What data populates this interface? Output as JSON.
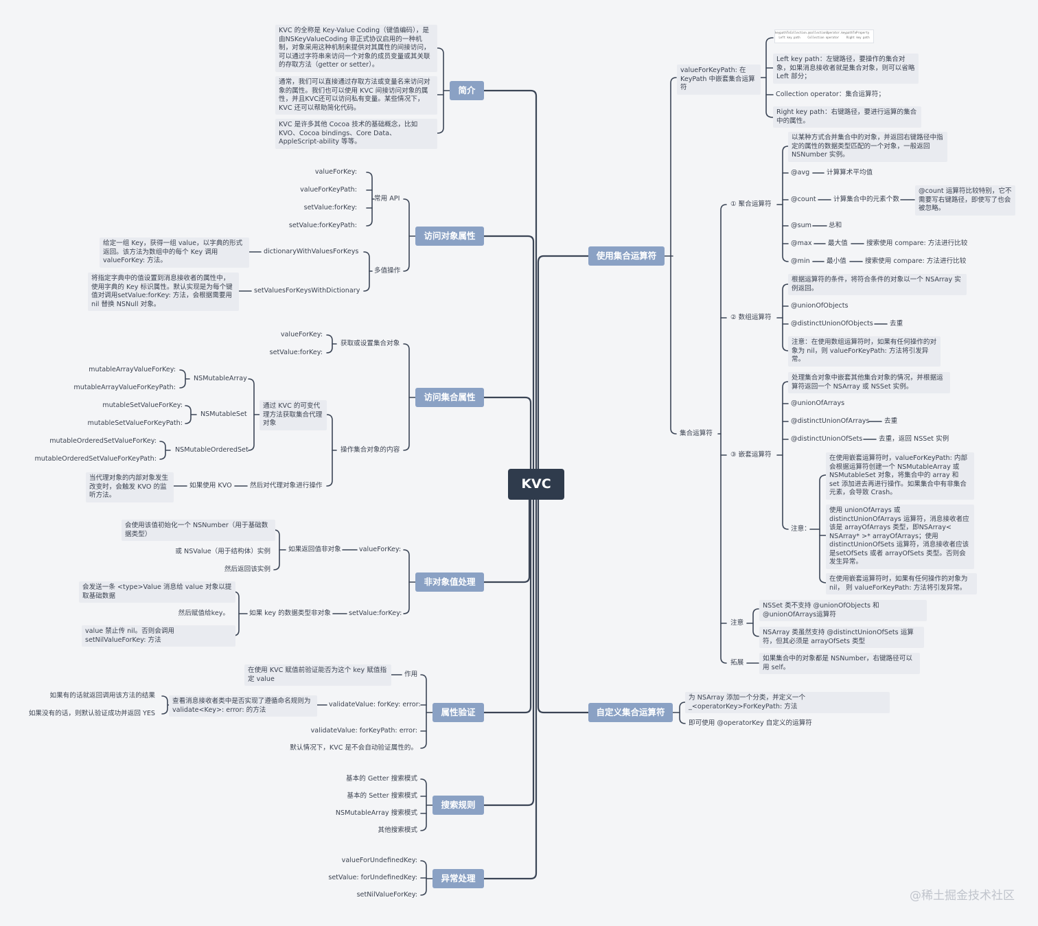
{
  "root": "KVC",
  "watermark": "@稀土掘金技术社区",
  "branches": {
    "intro": "简介",
    "access_props": "访问对象属性",
    "access_coll": "访问集合属性",
    "nonobj": "非对象值处理",
    "validate": "属性验证",
    "search": "搜索规则",
    "exception": "异常处理",
    "coll_ops": "使用集合运算符",
    "custom_ops": "自定义集合运算符"
  },
  "intro": {
    "t1": "KVC 的全称是 Key-Value Coding（键值编码），是由NSKeyValueCoding 非正式协议启用的一种机制，对象采用这种机制来提供对其属性的间接访问，可以通过字符串来访问一个对象的成员变量或其关联的存取方法（getter or setter）。",
    "t2": "通常，我们可以直接通过存取方法或变量名来访问对象的属性。我们也可以使用 KVC 间接访问对象的属性，并且KVC还可以访问私有变量。某些情况下，KVC 还可以帮助简化代码。",
    "t3": "KVC 是许多其他 Cocoa 技术的基础概念，比如 KVO、Cocoa bindings、Core Data、AppleScript-ability 等等。"
  },
  "access_props": {
    "common_api": "常用 API",
    "api": [
      "valueForKey:",
      "valueForKeyPath:",
      "setValue:forKey:",
      "setValue:forKeyPath:"
    ],
    "multi": "多值操作",
    "dict_with_values": "dictionaryWithValuesForKeys",
    "dict_with_values_desc": "给定一组 Key，获得一组 value，以字典的形式返回。该方法为数组中的每个 Key 调用 valueForKey: 方法。",
    "set_with_dict": "setValuesForKeysWithDictionary",
    "set_with_dict_desc": "将指定字典中的值设置到消息接收者的属性中，使用字典的 Key 标识属性。默认实现是为每个键值对调用setValue:forKey: 方法，会根据需要用 nil 替换 NSNull 对象。"
  },
  "access_coll": {
    "get_set": "获取或设置集合对象",
    "vfk": "valueForKey:",
    "svfk": "setValue:forKey:",
    "operate": "操作集合对象的内容",
    "via_proxy": "通过 KVC 的可变代理方法获取集合代理对象",
    "nsma": "NSMutableArray",
    "nsma_a": "mutableArrayValueForKey:",
    "nsma_b": "mutableArrayValueForKeyPath:",
    "nsms": "NSMutableSet",
    "nsms_a": "mutableSetValueForKey:",
    "nsms_b": "mutableSetValueForKeyPath:",
    "nsmos": "NSMutableOrderedSet",
    "nsmos_a": "mutableOrderedSetValueForKey:",
    "nsmos_b": "mutableOrderedSetValueForKeyPath:",
    "then_proxy": "然后对代理对象进行操作",
    "if_kvo": "如果使用 KVO",
    "kvo_desc": "当代理对象的内部对象发生改变时，会触发 KVO 的监听方法。"
  },
  "nonobj": {
    "vfk": "valueForKey:",
    "ret_nonobj": "如果返回值非对象",
    "nsnumber": "会使用该值初始化一个 NSNumber（用于基础数据类型）",
    "nsvalue": "或 NSValue（用于结构体）实例",
    "return_inst": "然后返回该实例",
    "svfk": "setValue:forKey:",
    "key_nonobj": "如果 key 的数据类型非对象",
    "send_msg": "会发送一条 <type>Value 消息给 value 对象以提取基础数据",
    "then_assign": "然后赋值给key。",
    "nil_forbid": "value 禁止传 nil。否则会调用 setNilValueForKey: 方法"
  },
  "validate": {
    "role": "作用",
    "role_desc": "在使用 KVC 赋值前验证能否为这个 key 赋值指定 value",
    "vfk": "validateValue: forKey: error:",
    "check": "查看消息接收者类中是否实现了遵循命名规则为 validate<Key>: error: 的方法",
    "yes_call": "如果有的话就返回调用该方法的结果",
    "no_yes": "如果没有的话，则默认验证成功并返回 YES",
    "vfkp": "validateValue: forKeyPath: error:",
    "default": "默认情况下，KVC 是不会自动验证属性的。"
  },
  "search": [
    "基本的 Getter 搜索模式",
    "基本的 Setter 搜索模式",
    "NSMutableArray 搜索模式",
    "其他搜索模式"
  ],
  "exception": [
    "valueForUndefinedKey:",
    "setValue: forUndefinedKey:",
    "setNilValueForKey:"
  ],
  "coll_ops": {
    "keypath_title": "valueForKeyPath: 在 KeyPath 中嵌套集合运算符",
    "keypath_img": "keypathToCollection.@collectionOperator.keypathToProperty",
    "keypath_img_labels": [
      "Left key path",
      "Collection operator",
      "Right key path"
    ],
    "left": "Left key path：左键路径，要操作的集合对象，如果消息接收者就是集合对象，则可以省略 Left 部分；",
    "collop": "Collection operator：集合运算符；",
    "right": "Right key path：右键路径，要进行运算的集合中的属性。",
    "set_ops": "集合运算符",
    "agg": "① 聚合运算符",
    "agg_desc": "以某种方式合并集合中的对象，并返回右键路径中指定的属性的数据类型匹配的一个对象，一般返回 NSNumber 实例。",
    "avg": "@avg",
    "avg_d": "计算算术平均值",
    "count": "@count",
    "count_d": "计算集合中的元素个数",
    "count_note": "@count 运算符比较特别，它不需要写右键路径，即使写了也会被忽略。",
    "sum": "@sum",
    "sum_d": "总和",
    "max": "@max",
    "max_d": "最大值",
    "max_dd": "搜索使用 compare: 方法进行比较",
    "min": "@min",
    "min_d": "最小值",
    "min_dd": "搜索使用 compare: 方法进行比较",
    "arr": "② 数组运算符",
    "arr_desc": "根据运算符的条件，将符合条件的对象以一个 NSArray 实例返回。",
    "union_obj": "@unionOfObjects",
    "dist_union_obj": "@distinctUnionOfObjects",
    "dedupe": "去重",
    "arr_note": "注意：在使用数组运算符时，如果有任何操作的对象为 nil，则 valueForKeyPath: 方法将引发异常。",
    "nest": "③ 嵌套运算符",
    "nest_desc": "处理集合对象中嵌套其他集合对象的情况，并根据运算符返回一个 NSArray 或 NSSet 实例。",
    "union_arr": "@unionOfArrays",
    "dist_union_arr": "@distinctUnionOfArrays",
    "dedupe2": "去重",
    "dist_union_sets": "@distinctUnionOfSets",
    "dedupe_set": "去重，返回 NSSet 实例",
    "nest_note_label": "注意：",
    "nn1": "在使用嵌套运算符时，valueForKeyPath: 内部会根据运算符创建一个 NSMutableArray 或 NSMutableSet 对象，将集合中的 array 和 set 添加进去再进行操作。如果集合中有非集合元素，会导致 Crash。",
    "nn2": "使用 unionOfArrays 或 distinctUnionOfArrays 运算符，消息接收者应该是 arrayOfArrays 类型，即NSArray< NSArray* >* arrayOfArrays；使用 distinctUnionOfSets 运算符，消息接收者应该是setOfSets 或者 arrayOfSets 类型。否则会发生异常。",
    "nn3": "在使用嵌套运算符时，如果有任何操作的对象为 nil， 则 valueForKeyPath: 方法将引发异常。",
    "note": "注意",
    "note1": "NSSet 类不支持 @unionOfObjects 和 @unionOfArrays运算符",
    "note2": "NSArray 类虽然支持 @distinctUnionOfSets 运算符，但其必须是 arrayOfSets 类型",
    "expand": "拓展",
    "expand_d": "如果集合中的对象都是 NSNumber，右键路径可以用 self。"
  },
  "custom_ops": {
    "c1": "为 NSArray 添加一个分类，并定义一个 _<operatorKey>ForKeyPath: 方法",
    "c2": "即可使用 @operatorKey 自定义的运算符"
  },
  "colors": {
    "branch": "#8aa1c4",
    "root": "#2f3b4c",
    "line": "#3a4455",
    "box": "#e9ebf0",
    "bg": "#f4f5f7"
  }
}
